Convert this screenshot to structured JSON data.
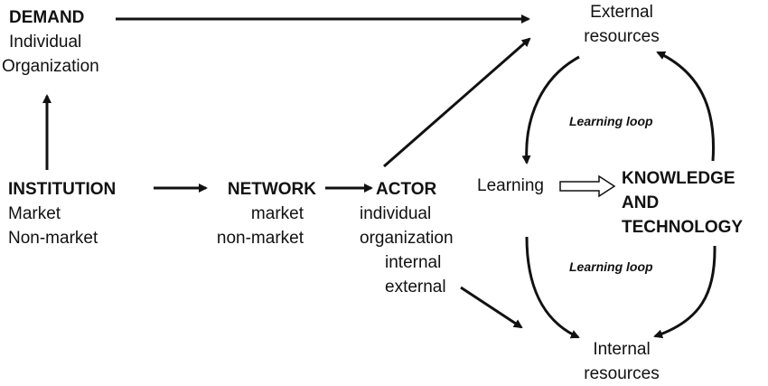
{
  "demand": {
    "title": "DEMAND",
    "items": [
      "Individual",
      "Organization"
    ]
  },
  "institution": {
    "title": "INSTITUTION",
    "items": [
      "Market",
      "Non-market"
    ]
  },
  "network": {
    "title": "NETWORK",
    "items": [
      "market",
      "non-market"
    ]
  },
  "actor": {
    "title": "ACTOR",
    "items": [
      "individual",
      "organization",
      "internal",
      "external"
    ]
  },
  "external_resources": {
    "lines": [
      "External",
      "resources"
    ]
  },
  "internal_resources": {
    "lines": [
      "Internal",
      "resources"
    ]
  },
  "learning": "Learning",
  "knowledge": {
    "lines": [
      "KNOWLEDGE",
      "AND",
      "TECHNOLOGY"
    ]
  },
  "loops": {
    "top": "Learning loop",
    "bottom": "Learning loop"
  }
}
